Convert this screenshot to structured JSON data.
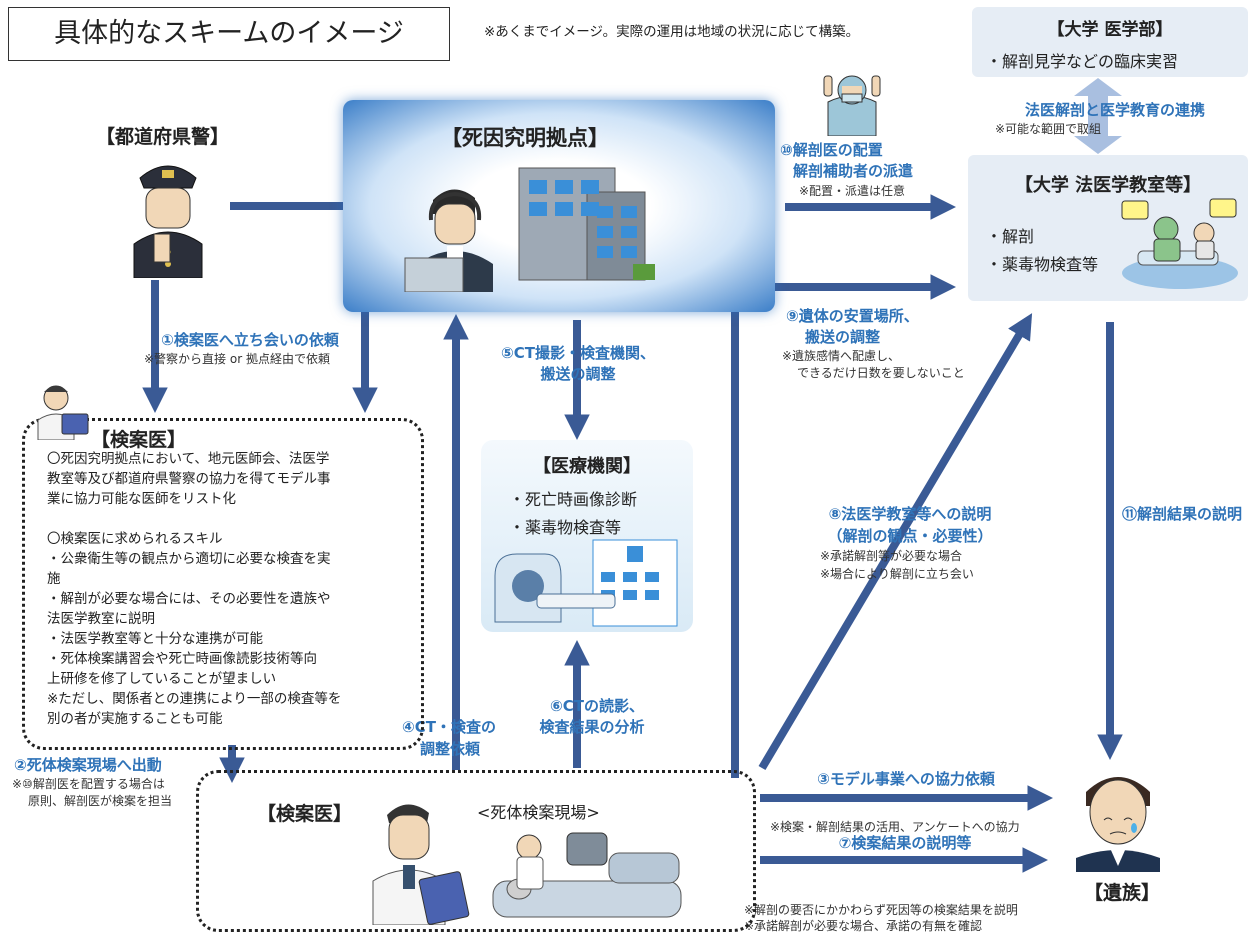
{
  "title": "具体的なスキームのイメージ",
  "top_note": "※あくまでイメージ。実際の運用は地域の状況に応じて構築。",
  "univ_med": {
    "heading": "【大学 医学部】",
    "item": "・解剖見学などの臨床実習"
  },
  "link_univ": {
    "label": "法医解剖と医学教育の連携",
    "note": "※可能な範囲で取組"
  },
  "univ_forensic": {
    "heading": "【大学 法医学教室等】",
    "items": [
      "・解剖",
      "・薬毒物検査等"
    ]
  },
  "police": {
    "heading": "【都道府県警】"
  },
  "hub": {
    "heading": "【死因究明拠点】"
  },
  "medical": {
    "heading": "【医療機関】",
    "items": [
      "・死亡時画像診断",
      "・薬毒物検査等"
    ]
  },
  "kenan_top": {
    "heading": "【検案医】",
    "lines": [
      "〇死因究明拠点において、地元医師会、法医学",
      "教室等及び都道府県警察の協力を得てモデル事",
      "業に協力可能な医師をリスト化",
      "",
      "〇検案医に求められるスキル",
      "・公衆衛生等の観点から適切に必要な検査を実",
      "施",
      "・解剖が必要な場合には、その必要性を遺族や",
      "法医学教室に説明",
      "・法医学教室等と十分な連携が可能",
      "・死体検案講習会や死亡時画像読影技術等向",
      "上研修を修了していることが望ましい",
      "※ただし、関係者との連携により一部の検査等を",
      "別の者が実施することも可能"
    ]
  },
  "kenan_bottom": {
    "heading": "【検案医】",
    "scene": "<死体検案現場>"
  },
  "family": {
    "heading": "【遺族】"
  },
  "steps": {
    "s1": {
      "label": "①検案医へ立ち会いの依頼",
      "note": "※警察から直接 or 拠点経由で依頼"
    },
    "s2": {
      "label": "②死体検案現場へ出動",
      "note1": "※⑩解剖医を配置する場合は",
      "note2": "原則、解剖医が検案を担当"
    },
    "s3": {
      "label": "③モデル事業への協力依頼",
      "note": "※検案・解剖結果の活用、アンケートへの協力"
    },
    "s4": {
      "label1": "④CT・検査の",
      "label2": "調整依頼"
    },
    "s5": {
      "label1": "⑤CT撮影・検査機関、",
      "label2": "搬送の調整"
    },
    "s6": {
      "label1": "⑥CTの読影、",
      "label2": "検査結果の分析"
    },
    "s7": {
      "label": "⑦検案結果の説明等",
      "note1": "※解剖の要否にかかわらず死因等の検案結果を説明",
      "note2": "※承諾解剖が必要な場合、承諾の有無を確認"
    },
    "s8": {
      "label1": "⑧法医学教室等への説明",
      "label2": "（解剖の観点・必要性）",
      "note1": "※承諾解剖等が必要な場合",
      "note2": "※場合により解剖に立ち会い"
    },
    "s9": {
      "label1": "⑨遺体の安置場所、",
      "label2": "搬送の調整",
      "note1": "※遺族感情へ配慮し、",
      "note2": "できるだけ日数を要しないこと"
    },
    "s10": {
      "label1": "⑩解剖医の配置",
      "label2": "解剖補助者の派遣",
      "note": "※配置・派遣は任意"
    },
    "s11": {
      "label": "⑪解剖結果の説明"
    }
  },
  "colors": {
    "arrow": "#3a5a95",
    "label_blue": "#2f73b8",
    "hub_edge": "#3b7ec8",
    "box_blue": "#e6edf5"
  }
}
